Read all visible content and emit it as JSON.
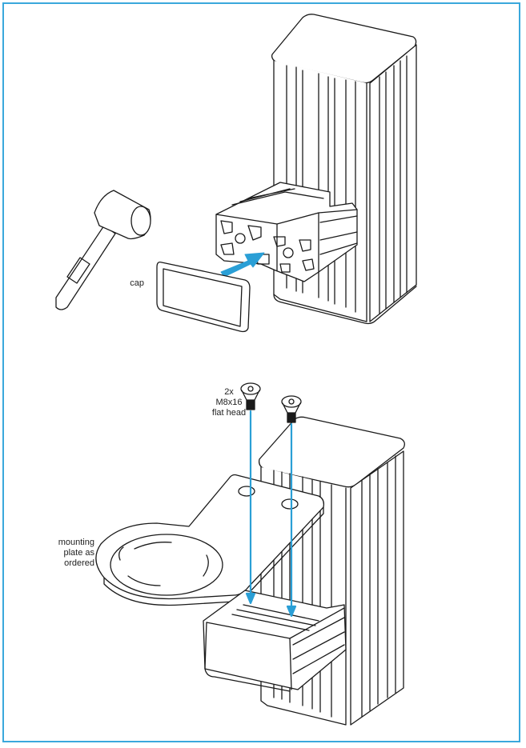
{
  "labels": {
    "cap": "cap",
    "screws": [
      "2x",
      "M8x16",
      "flat head"
    ],
    "plate": [
      "mounting",
      "plate as",
      "ordered"
    ]
  },
  "colors": {
    "frame": "#3aa8dc",
    "arrow": "#2a9fd6",
    "line": "#1a1a1a",
    "fill": "#ffffff"
  },
  "icons": [
    "mallet-icon",
    "cap-icon",
    "profile-post-icon",
    "screw-icon",
    "mounting-plate-icon",
    "arrow-icon"
  ]
}
